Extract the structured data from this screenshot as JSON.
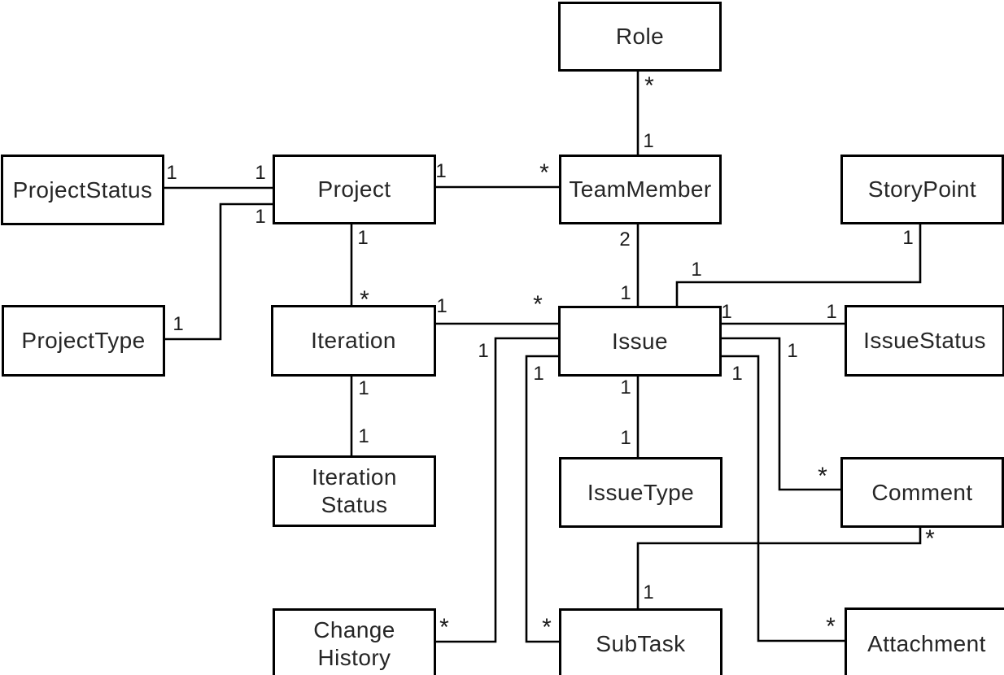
{
  "diagram": {
    "type": "uml-domain-model",
    "background_color": "#ffffff",
    "line_color": "#000000",
    "text_color": "#262626",
    "entities": [
      {
        "id": "role",
        "label": "Role"
      },
      {
        "id": "project-status",
        "label": "ProjectStatus"
      },
      {
        "id": "project",
        "label": "Project"
      },
      {
        "id": "team-member",
        "label": "TeamMember"
      },
      {
        "id": "story-point",
        "label": "StoryPoint"
      },
      {
        "id": "project-type",
        "label": "ProjectType"
      },
      {
        "id": "iteration",
        "label": "Iteration"
      },
      {
        "id": "issue",
        "label": "Issue"
      },
      {
        "id": "issue-status",
        "label": "IssueStatus"
      },
      {
        "id": "iteration-status",
        "label": "Iteration\nStatus"
      },
      {
        "id": "issue-type",
        "label": "IssueType"
      },
      {
        "id": "comment",
        "label": "Comment"
      },
      {
        "id": "change-history",
        "label": "Change\nHistory"
      },
      {
        "id": "subtask",
        "label": "SubTask"
      },
      {
        "id": "attachment",
        "label": "Attachment"
      }
    ],
    "relationships": [
      {
        "from": "Role",
        "to": "TeamMember",
        "from_mult": "*",
        "to_mult": "1"
      },
      {
        "from": "ProjectStatus",
        "to": "Project",
        "from_mult": "1",
        "to_mult": "1"
      },
      {
        "from": "Project",
        "to": "TeamMember",
        "from_mult": "1",
        "to_mult": "*"
      },
      {
        "from": "ProjectType",
        "to": "Project",
        "from_mult": "1",
        "to_mult": "1"
      },
      {
        "from": "Project",
        "to": "Iteration",
        "from_mult": "1",
        "to_mult": "*"
      },
      {
        "from": "Iteration",
        "to": "IterationStatus",
        "from_mult": "1",
        "to_mult": "1"
      },
      {
        "from": "Iteration",
        "to": "Issue",
        "from_mult": "1",
        "to_mult": "*"
      },
      {
        "from": "TeamMember",
        "to": "Issue",
        "from_mult": "2",
        "to_mult": "1"
      },
      {
        "from": "StoryPoint",
        "to": "Issue",
        "from_mult": "1",
        "to_mult": "1"
      },
      {
        "from": "Issue",
        "to": "IssueStatus",
        "from_mult": "1",
        "to_mult": "1"
      },
      {
        "from": "Issue",
        "to": "IssueType",
        "from_mult": "1",
        "to_mult": "1"
      },
      {
        "from": "Issue",
        "to": "Comment",
        "from_mult": "1",
        "to_mult": "*"
      },
      {
        "from": "Issue",
        "to": "Attachment",
        "from_mult": "1",
        "to_mult": "*"
      },
      {
        "from": "Issue",
        "to": "ChangeHistory",
        "from_mult": "1",
        "to_mult": "*"
      },
      {
        "from": "Issue",
        "to": "SubTask",
        "from_mult": "1",
        "to_mult": "*"
      },
      {
        "from": "Comment",
        "to": "SubTask",
        "from_mult": "*",
        "to_mult": "1"
      }
    ]
  }
}
